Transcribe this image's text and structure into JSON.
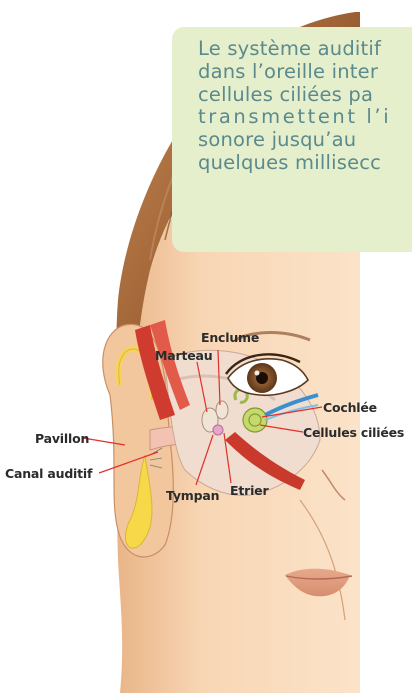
{
  "intro": {
    "lines": [
      "Le système auditif",
      "dans l’oreille inter",
      "cellules ciliées pa",
      "transmettent  l’i",
      "sonore  jusqu’au",
      "quelques millisecc"
    ]
  },
  "labels": {
    "enclume": "Enclume",
    "marteau": "Marteau",
    "cochlee": "Cochlée",
    "cellules_ciliees": "Cellules ciliées",
    "pavillon": "Pavillon",
    "canal_auditif": "Canal auditif",
    "tympan": "Tympan",
    "etrier": "Etrier"
  },
  "colors": {
    "intro_background": "#e6efcc",
    "intro_text": "#5a8a8e",
    "leader_lines": "#e2302a",
    "skin": "#f6d4b2",
    "hair": "#a1683a"
  }
}
